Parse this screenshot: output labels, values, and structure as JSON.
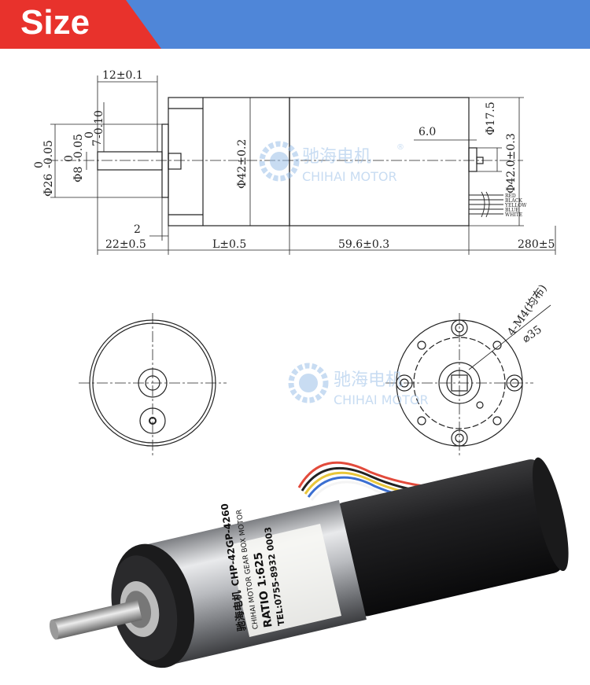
{
  "header": {
    "title": "Size",
    "color_blue": "#4f86d8",
    "color_red": "#e8322c"
  },
  "watermark": {
    "cn": "驰海电机",
    "en": "CHIHAI MOTOR",
    "reg": "®"
  },
  "side_dims": {
    "shaft_len": "12±0.1",
    "flat": "7",
    "flat_tol_top": "0",
    "flat_tol_bot": "-0.10",
    "boss_dia": "Φ26",
    "boss_tol_top": "0",
    "boss_tol_bot": "-0.05",
    "shaft_dia": "Φ8",
    "shaft_tol_top": "0",
    "shaft_tol_bot": "-0.05",
    "gear_dia": "Φ42±0.2",
    "enc_dia_small": "Φ17.5",
    "enc_step": "6.0",
    "motor_dia": "Φ42.0±0.3",
    "boss_step": "2",
    "front_len": "22±0.5",
    "gear_len": "L±0.5",
    "motor_len": "59.6±0.3",
    "wire_len": "280±5",
    "wires": [
      "RED",
      "BLACK",
      "YELLOW",
      "BLUE",
      "WHITE"
    ]
  },
  "front_view": {
    "holes": "4-M4(均布)",
    "pcd": "⌀35"
  },
  "label": {
    "brand": "驰海电机",
    "model": "CHP-42GP-4260",
    "desc": "CHIHAI MOTOR GEAR BOX MOTOR",
    "ratio": "RATIO 1:625",
    "tel": "TEL:0755-8932 0003"
  }
}
